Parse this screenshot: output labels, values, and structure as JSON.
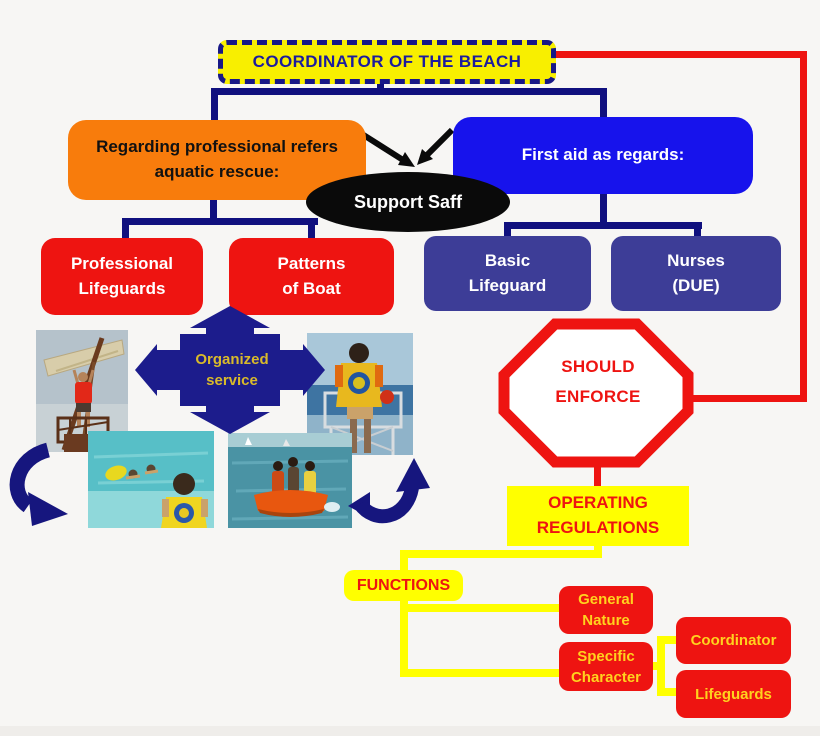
{
  "colors": {
    "background": "#f7f6f4",
    "navy_connector": "#10107e",
    "red": "#ee1411",
    "yellow_connector": "#ffff00",
    "coordinator_fill": "#f8ef00",
    "coordinator_text": "#1c1c9e",
    "orange": "#f87c0c",
    "bright_blue": "#1713ec",
    "indigo": "#3d3d97",
    "black_ellipse": "#0a0a0a",
    "gold_text": "#ffd21e",
    "cross_navy": "#1c1c8c"
  },
  "nodes": {
    "coordinator": {
      "label": "COORDINATOR OF THE BEACH"
    },
    "aquatic_rescue": {
      "line1": "Regarding professional refers",
      "line2": "aquatic rescue:"
    },
    "first_aid": {
      "label": "First aid as regards:"
    },
    "support_staff": {
      "label": "Support Saff"
    },
    "professional_lifeguards": {
      "line1": "Professional",
      "line2": "Lifeguards"
    },
    "patterns_of_boat": {
      "line1": "Patterns",
      "line2": "of Boat"
    },
    "basic_lifeguard": {
      "line1": "Basic",
      "line2": "Lifeguard"
    },
    "nurses": {
      "line1": "Nurses",
      "line2": "(DUE)"
    },
    "organized_service": {
      "line1": "Organized",
      "line2": "service"
    },
    "should_enforce": {
      "line1": "SHOULD",
      "line2": "ENFORCE"
    },
    "operating_regulations": {
      "line1": "OPERATING",
      "line2": "REGULATIONS"
    },
    "functions": {
      "label": "FUNCTIONS"
    },
    "general_nature": {
      "line1": "General",
      "line2": "Nature"
    },
    "specific_character": {
      "line1": "Specific",
      "line2": "Character"
    },
    "coordinator_role": {
      "label": "Coordinator"
    },
    "lifeguards_role": {
      "label": "Lifeguards"
    }
  },
  "photos": [
    {
      "name": "lifeguard-watchtower-photo"
    },
    {
      "name": "lifeguard-chair-photo"
    },
    {
      "name": "swimmers-rescue-photo"
    },
    {
      "name": "rescue-boat-photo"
    }
  ]
}
